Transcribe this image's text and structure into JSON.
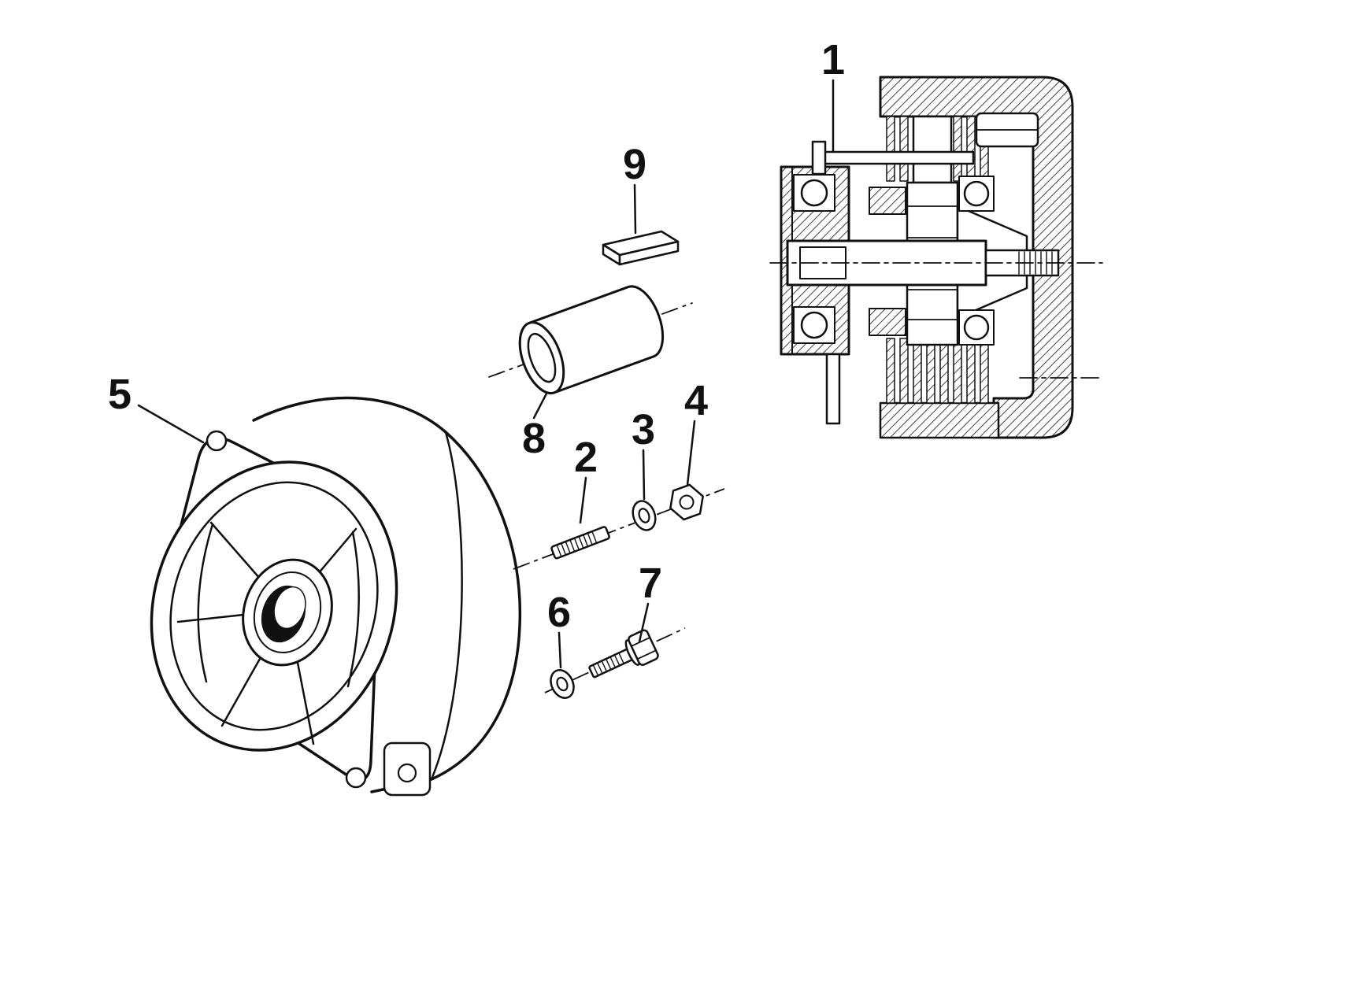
{
  "figure": {
    "background": "#ffffff",
    "ink": "#111111",
    "callouts": [
      {
        "label": "1"
      },
      {
        "label": "2"
      },
      {
        "label": "3"
      },
      {
        "label": "4"
      },
      {
        "label": "5"
      },
      {
        "label": "6"
      },
      {
        "label": "7"
      },
      {
        "label": "8"
      },
      {
        "label": "9"
      }
    ]
  }
}
